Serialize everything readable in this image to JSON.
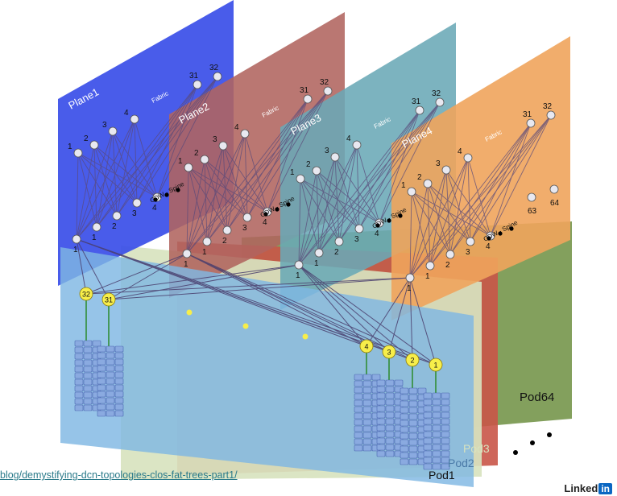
{
  "planes": [
    "Plane1",
    "Plane2",
    "Plane3",
    "Plane4"
  ],
  "fabric_label": "Fabric",
  "spine_label": "CDW - Spine",
  "spine_top_labels": [
    "1",
    "2",
    "3",
    "4"
  ],
  "spine_far_labels": [
    "31",
    "32"
  ],
  "plane4_extra_labels": [
    "63",
    "64"
  ],
  "spine_bottom_labels": [
    "1",
    "2",
    "3",
    "4"
  ],
  "pod_labels": [
    "Pod1",
    "Pod2",
    "Pod3",
    "Pod64"
  ],
  "tor_labels_left": [
    "32",
    "31"
  ],
  "tor_labels_right": [
    "4",
    "3",
    "2",
    "1"
  ],
  "url": "blog/demystifying-dcn-topologies-clos-fat-trees-part1/",
  "brand": {
    "text": "Linked",
    "badge": "in"
  },
  "colors": {
    "plane1": "#3a4ee8",
    "plane2": "#b0645e",
    "plane3": "#6aa9b6",
    "plane4": "#f0a45c",
    "pod1": "#7fb7e3",
    "pod2": "#d8e3bf",
    "pod3": "#c95548",
    "pod64": "#7c9b54",
    "tor": "#f7ee4a",
    "server": "#8aaae0"
  }
}
